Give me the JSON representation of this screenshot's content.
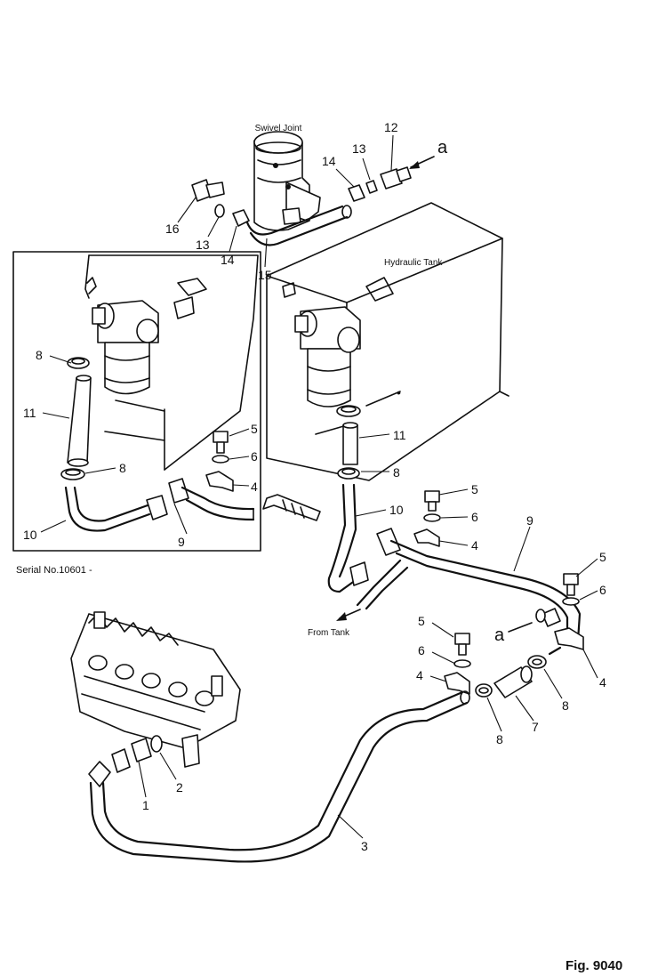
{
  "figure": {
    "label": "Fig. 9040"
  },
  "serial_note": "Serial No.10601 -",
  "component_labels": {
    "swivel_joint": "Swivel Joint",
    "hydraulic_tank": "Hydraulic Tank",
    "from_tank": "From Tank"
  },
  "connection_marker": "a",
  "callouts": {
    "c1": "1",
    "c2": "2",
    "c3": "3",
    "c4a": "4",
    "c4b": "4",
    "c4c": "4",
    "c4d": "4",
    "c5a": "5",
    "c5b": "5",
    "c5c": "5",
    "c5d": "5",
    "c6a": "6",
    "c6b": "6",
    "c6c": "6",
    "c6d": "6",
    "c7": "7",
    "c8a": "8",
    "c8b": "8",
    "c8c": "8",
    "c8d": "8",
    "c8e": "8",
    "c9a": "9",
    "c9b": "9",
    "c10a": "10",
    "c10b": "10",
    "c11a": "11",
    "c11b": "11",
    "c12": "12",
    "c13a": "13",
    "c13b": "13",
    "c14a": "14",
    "c14b": "14",
    "c15": "15",
    "c16": "16"
  }
}
